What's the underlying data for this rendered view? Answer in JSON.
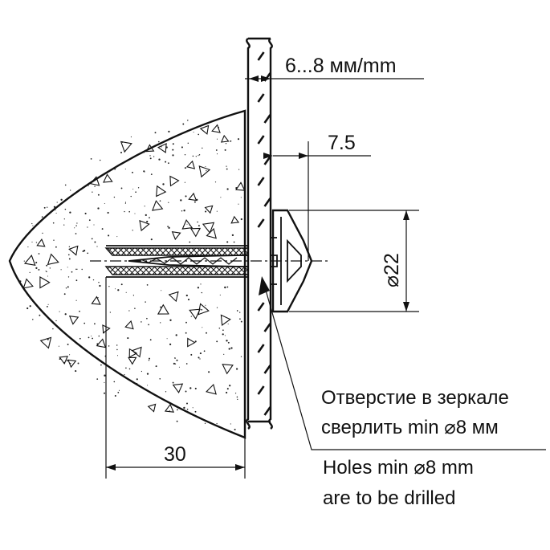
{
  "dimensions": {
    "glass_thickness": "6...8 мм/mm",
    "cap_offset": "7.5",
    "cap_diameter": "⌀22",
    "anchor_depth": "30"
  },
  "note": {
    "ru_line1": "Отверстие в зеркале",
    "ru_line2": "сверлить min ⌀8 мм",
    "en_line1": "Holes min ⌀8 mm",
    "en_line2": "are to be drilled"
  }
}
